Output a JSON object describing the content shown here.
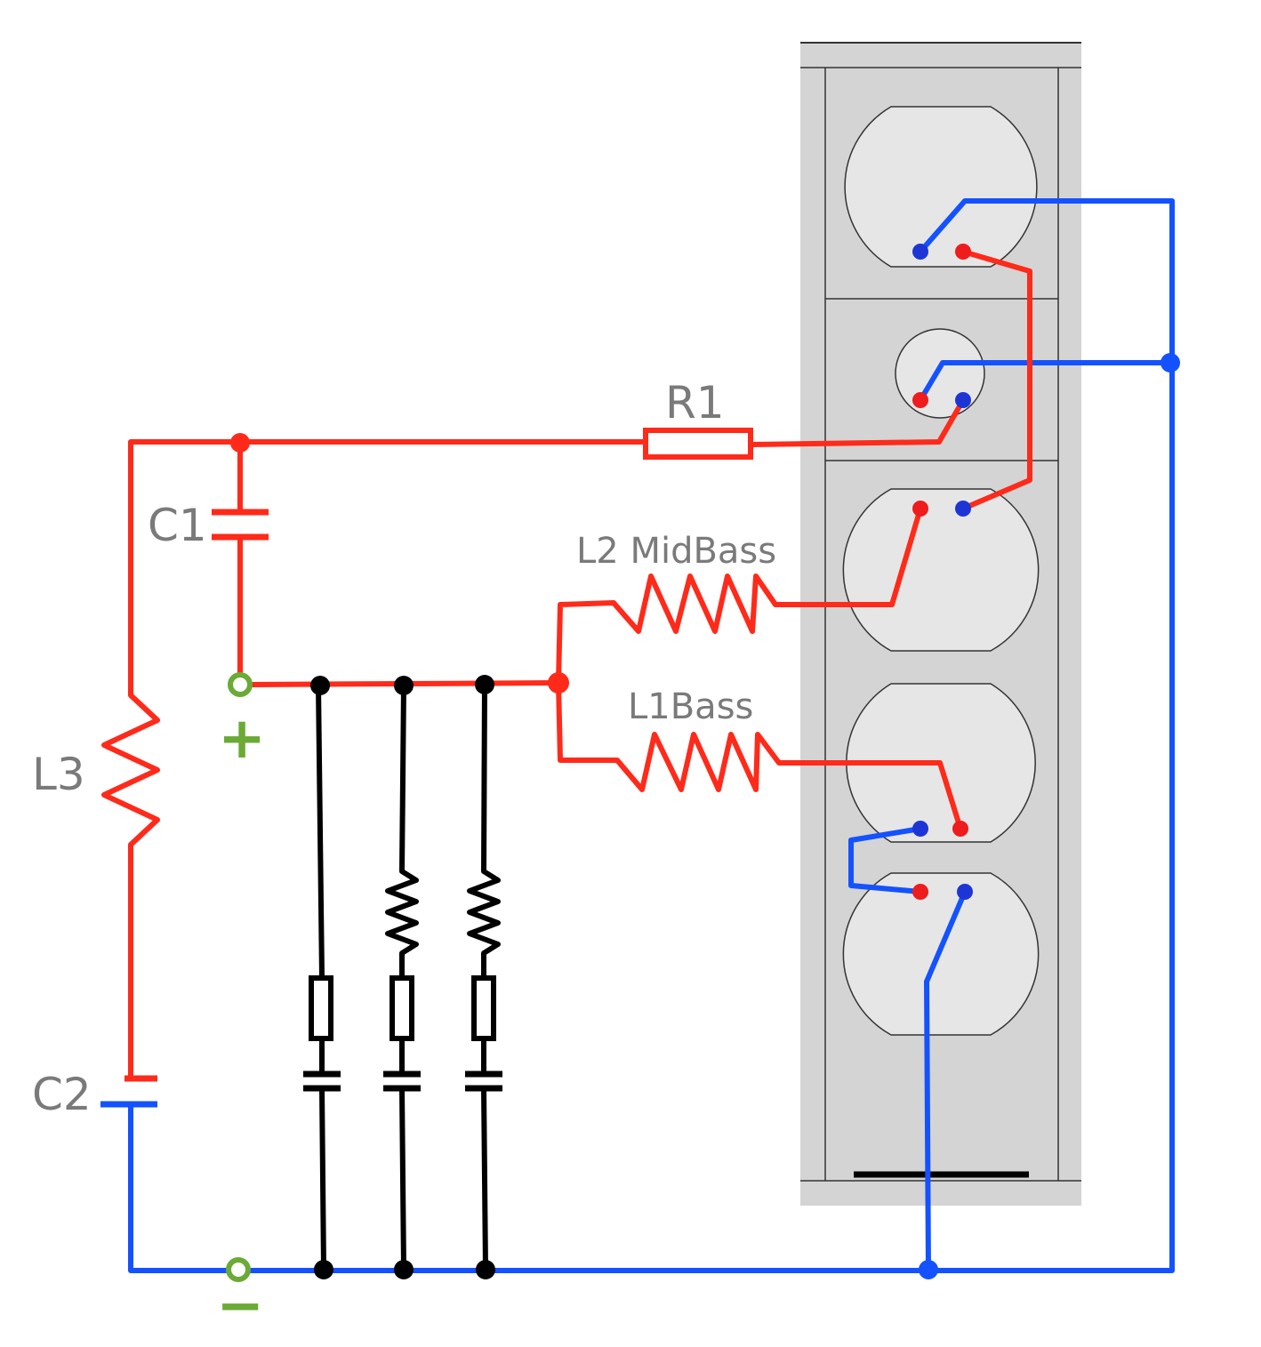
{
  "labels": {
    "r1": "R1",
    "c1": "C1",
    "c2": "C2",
    "l3": "L3",
    "l2": "L2 MidBass",
    "l1": "L1Bass"
  },
  "terminals": {
    "plus": "+",
    "minus": "−"
  },
  "colors": {
    "positive_wire": "#ff2a1a",
    "negative_wire": "#1452ff",
    "zobel_wire": "#000000",
    "terminal": "#6aaa35",
    "cabinet": "#d4d4d4",
    "driver": "#e6e6e6"
  }
}
